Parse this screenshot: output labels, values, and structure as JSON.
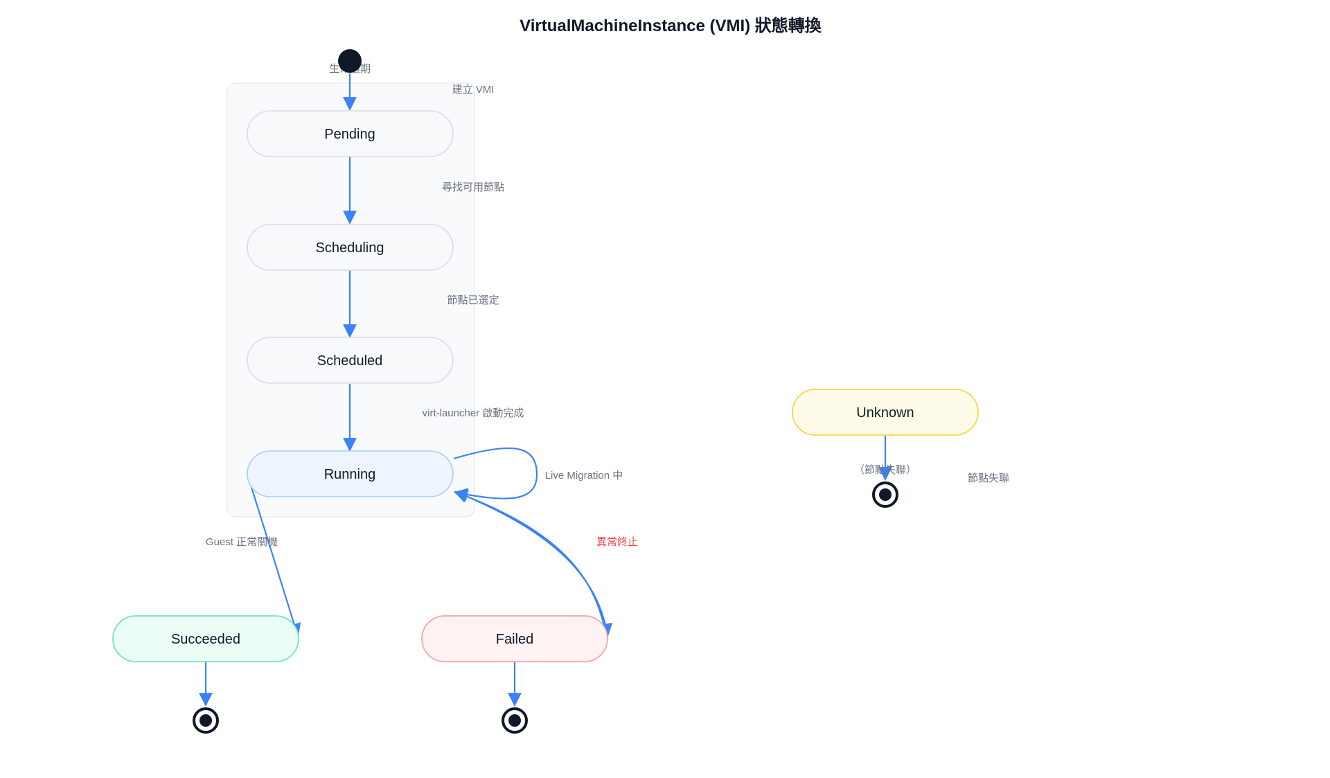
{
  "title": "VirtualMachineInstance (VMI) 狀態轉換",
  "group_label": "生命週期",
  "colors": {
    "edge": "#3b82f6",
    "alert": "#ef4444",
    "start": "#111827"
  },
  "states": {
    "pending": "Pending",
    "scheduling": "Scheduling",
    "scheduled": "Scheduled",
    "running": "Running",
    "succeeded": "Succeeded",
    "failed": "Failed",
    "unknown": "Unknown"
  },
  "transitions": {
    "create": "建立 VMI",
    "find_node": "尋找可用節點",
    "node_selected": "節點已選定",
    "launcher_started": "virt-launcher 啟動完成",
    "live_migration": "Live Migration 中",
    "guest_shutdown": "Guest 正常關機",
    "abnormal_exit": "異常終止",
    "unknown_end": "（節點失聯）",
    "node_lost": "節點失聯"
  }
}
